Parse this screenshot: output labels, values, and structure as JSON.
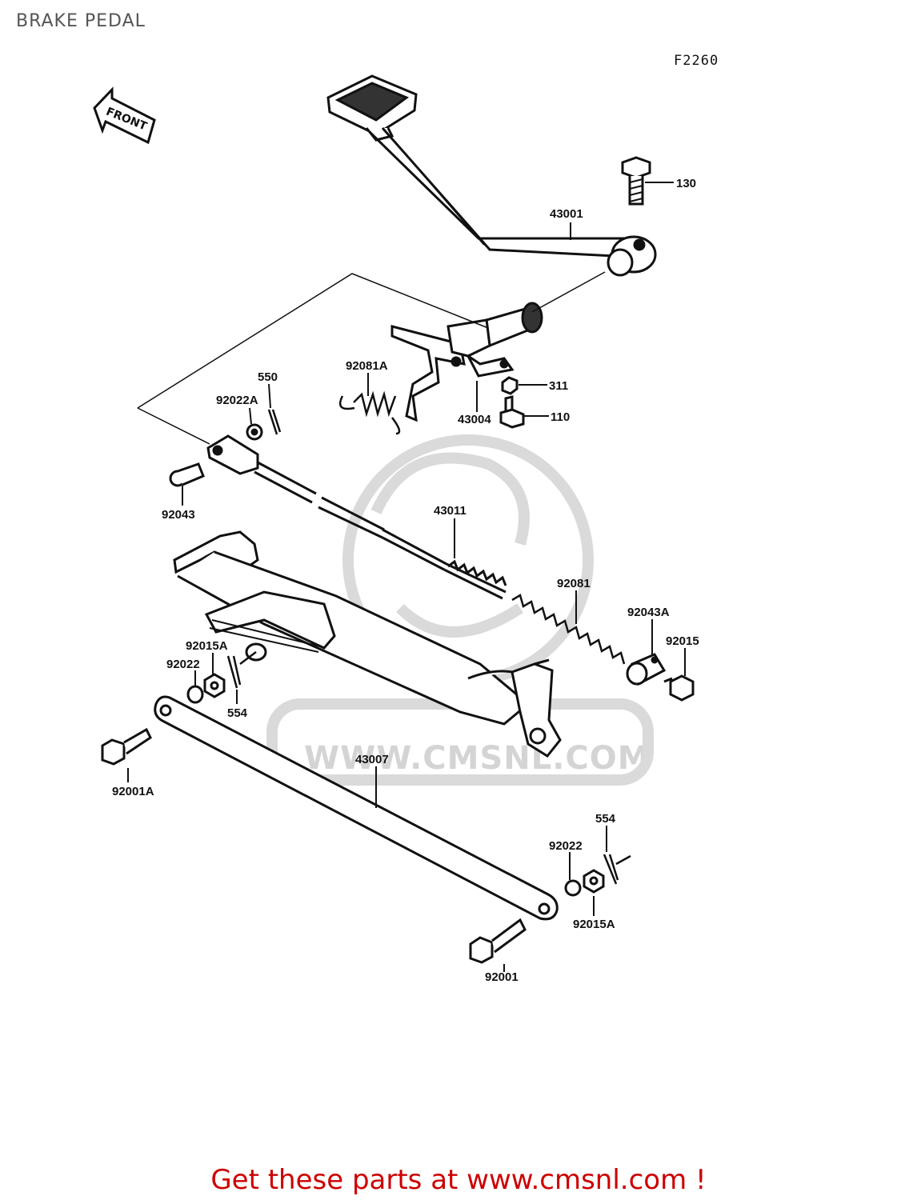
{
  "header": {
    "title": "BRAKE PEDAL",
    "figure_code": "F2260"
  },
  "front_arrow": {
    "label": "FRONT"
  },
  "watermark": {
    "text": "WWW.CMSNL.COM",
    "logo": "cms-logo"
  },
  "parts": [
    {
      "id": "p130",
      "number": "130"
    },
    {
      "id": "p43001",
      "number": "43001"
    },
    {
      "id": "p92081A",
      "number": "92081A"
    },
    {
      "id": "p550",
      "number": "550"
    },
    {
      "id": "p92022A",
      "number": "92022A"
    },
    {
      "id": "p311",
      "number": "311"
    },
    {
      "id": "p43004",
      "number": "43004"
    },
    {
      "id": "p110",
      "number": "110"
    },
    {
      "id": "p92043",
      "number": "92043"
    },
    {
      "id": "p43011",
      "number": "43011"
    },
    {
      "id": "p92081",
      "number": "92081"
    },
    {
      "id": "p92043A",
      "number": "92043A"
    },
    {
      "id": "p92015",
      "number": "92015"
    },
    {
      "id": "p92015A_left",
      "number": "92015A"
    },
    {
      "id": "p92022_left",
      "number": "92022"
    },
    {
      "id": "p554_left",
      "number": "554"
    },
    {
      "id": "p43007",
      "number": "43007"
    },
    {
      "id": "p92001A",
      "number": "92001A"
    },
    {
      "id": "p554_right",
      "number": "554"
    },
    {
      "id": "p92022_right",
      "number": "92022"
    },
    {
      "id": "p92015A_right",
      "number": "92015A"
    },
    {
      "id": "p92001",
      "number": "92001"
    }
  ],
  "footer": {
    "text": "Get these parts at www.cmsnl.com !",
    "color": "#cc0000"
  }
}
